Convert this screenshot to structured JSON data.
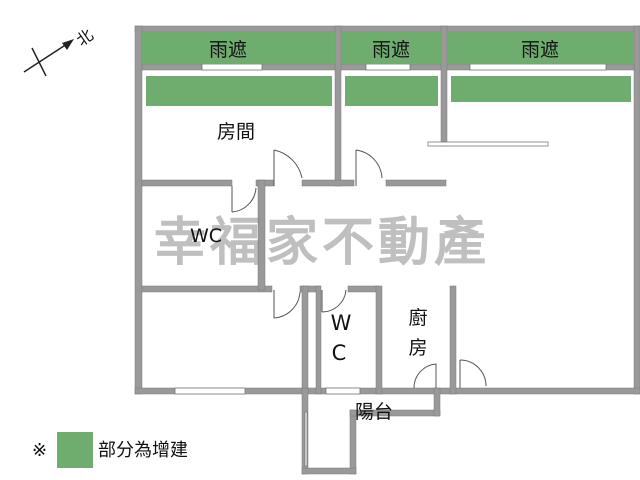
{
  "compass": {
    "label": "北"
  },
  "rooms": {
    "awning_1": "雨遮",
    "awning_2": "雨遮",
    "awning_3": "雨遮",
    "bedroom": "房間",
    "wc_1": "WC",
    "wc_2_top": "W",
    "wc_2_bottom": "C",
    "kitchen_top": "廚",
    "kitchen_bottom": "房",
    "balcony": "陽台"
  },
  "watermark": "幸福家不動產",
  "legend": {
    "mark": "※",
    "text": "部分為增建"
  },
  "colors": {
    "extension_green": "#6fad6f",
    "wall": "#999999",
    "watermark": "#8a8a8a"
  }
}
